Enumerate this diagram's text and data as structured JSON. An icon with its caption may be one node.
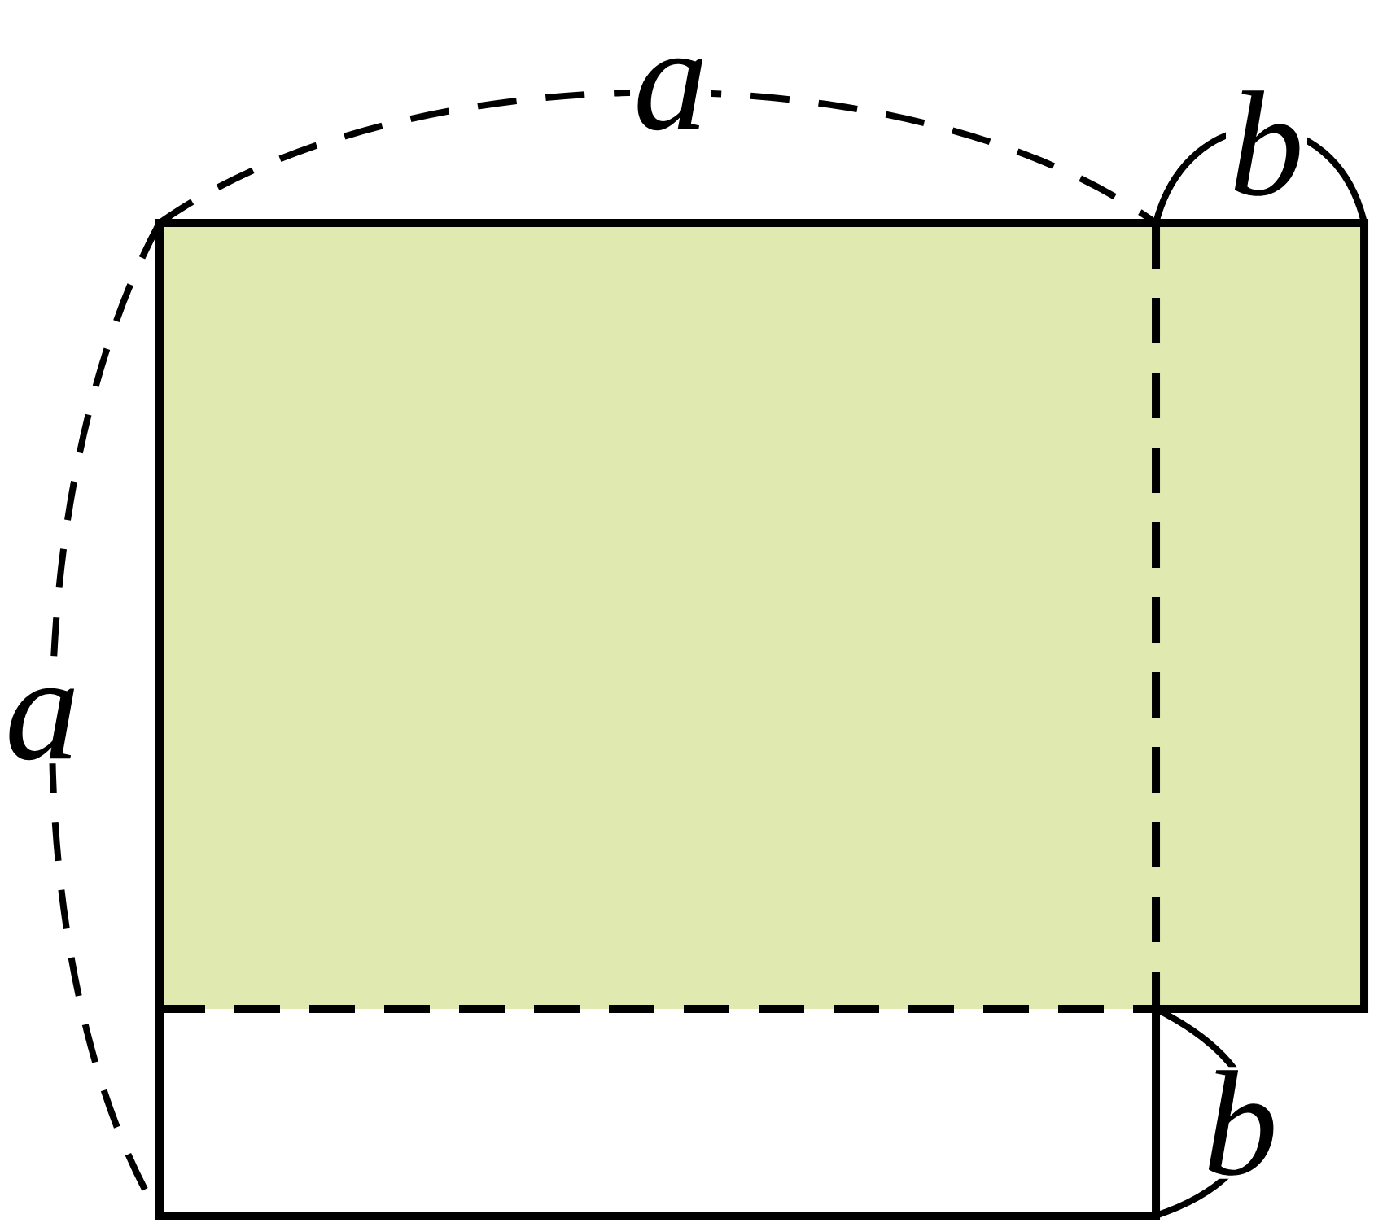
{
  "diagram": {
    "labels": [
      "a",
      "b",
      "a",
      "b"
    ]
  }
}
